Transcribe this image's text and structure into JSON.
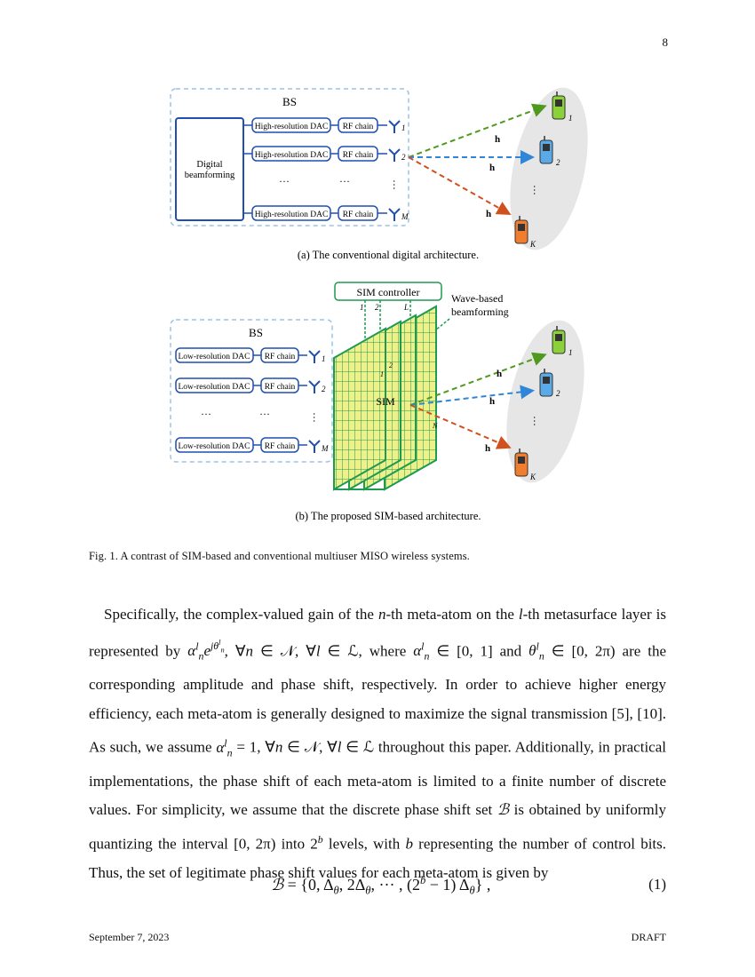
{
  "page_number": "8",
  "figure": {
    "panel_a": {
      "bs_label": "BS",
      "digital_beamforming_line1": "Digital",
      "digital_beamforming_line2": "beamforming",
      "dac_label": "High-resolution DAC",
      "rf_label": "RF chain",
      "dots": "···",
      "antenna_labels": [
        "1",
        "2",
        "M"
      ],
      "user_labels": [
        "1",
        "2",
        "K"
      ],
      "channel_labels": [
        "h",
        "h",
        "h"
      ],
      "caption": "(a) The conventional digital architecture."
    },
    "panel_b": {
      "bs_label": "BS",
      "dac_label": "Low-resolution DAC",
      "rf_label": "RF chain",
      "controller_label": "SIM controller",
      "wave_label_line1": "Wave-based",
      "wave_label_line2": "beamforming",
      "sim_label": "SIM",
      "layer_labels": [
        "1",
        "2",
        "L"
      ],
      "atom_labels": [
        "1",
        "2",
        "N"
      ],
      "antenna_labels": [
        "1",
        "2",
        "M"
      ],
      "user_labels": [
        "1",
        "2",
        "K"
      ],
      "caption": "(b) The proposed SIM-based architecture."
    },
    "colors": {
      "bs_blue": "#1f4fb0",
      "dash_border": "#9cc3e6",
      "arrow_green": "#4f9a1e",
      "arrow_blue": "#2f86d8",
      "arrow_orange": "#d2501e",
      "sim_face": "#eef08a",
      "sim_green": "#1f9a52",
      "ellipse": "#e6e6e6",
      "phone_green": "#8bd13a",
      "phone_blue": "#5aaae8",
      "phone_orange": "#f07e2e"
    }
  },
  "figure_caption": "Fig. 1.  A contrast of SIM-based and conventional multiuser MISO wireless systems.",
  "body": {
    "p1_a": "Specifically, the complex-valued gain of the ",
    "p1_b": "-th meta-atom on the ",
    "p1_c": "-th metasurface layer is represented by ",
    "p1_d": ", where ",
    "p1_e": " and ",
    "p1_f": " are the corresponding amplitude and phase shift, respectively. In order to achieve higher energy efficiency, each meta-atom is generally designed to maximize the signal transmission [5], [10]. As such, we assume ",
    "p1_g": " throughout this paper. Additionally, in practical implementations, the phase shift of each meta-atom is limited to a finite number of discrete values. For simplicity, we assume that the discrete phase shift set ",
    "p1_h": " is obtained by uniformly quantizing the interval ",
    "p1_i": " into ",
    "p1_j": " levels, with ",
    "p1_k": " representing the number of control bits. Thus, the set of legitimate phase shift values for each meta-atom is given by"
  },
  "equation_number": "(1)",
  "footer": {
    "date": "September 7, 2023",
    "status": "DRAFT"
  }
}
